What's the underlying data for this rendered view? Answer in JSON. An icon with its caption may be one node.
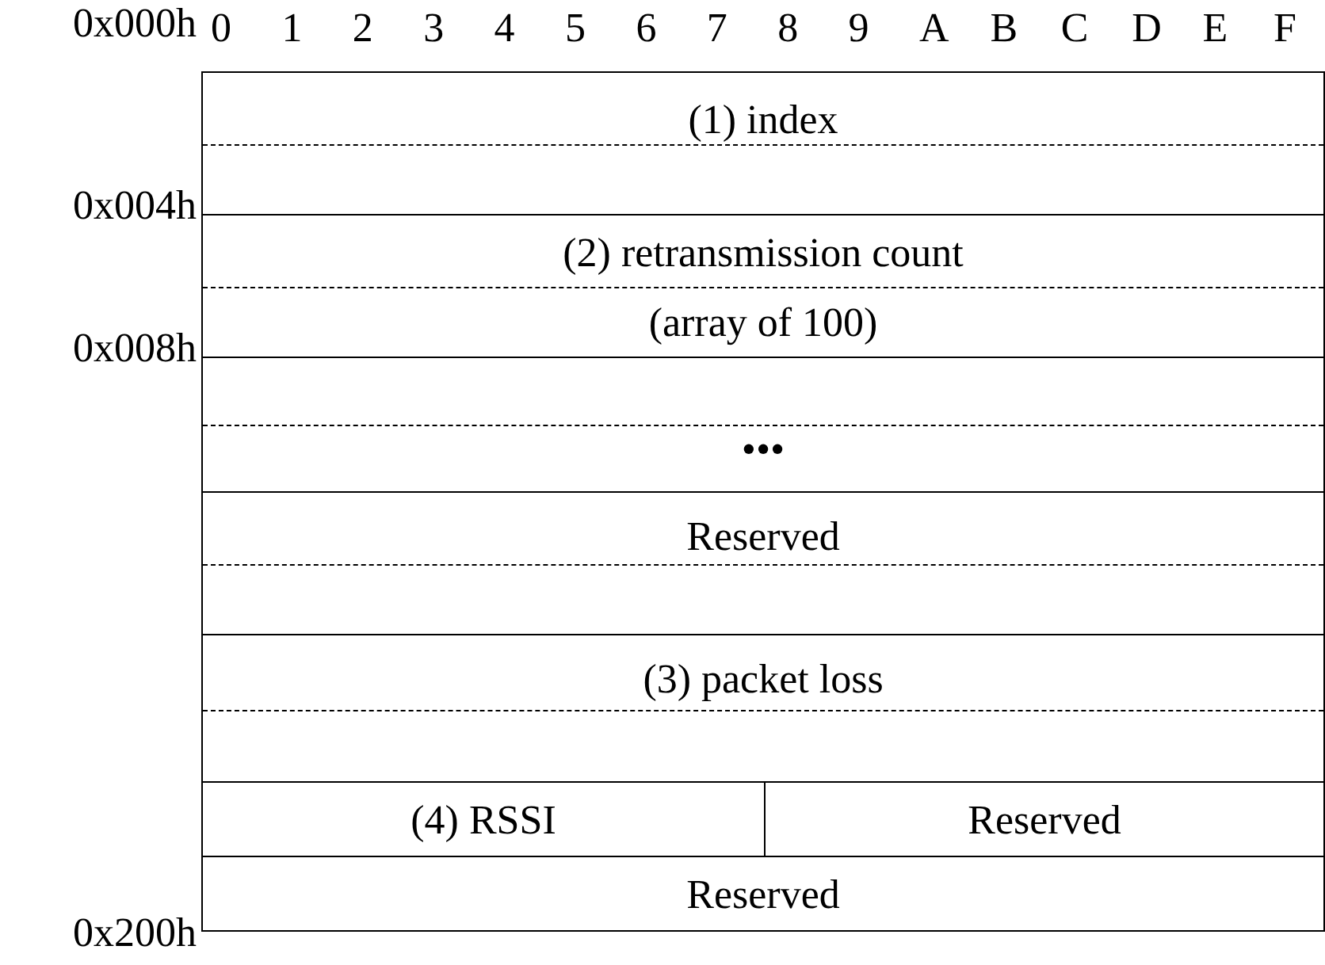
{
  "diagram": {
    "nodes": [
      {
        "text": [
          "(1) index"
        ]
      },
      {
        "text": [
          "(2) retransmission count (array of 100)"
        ]
      },
      {
        "text": [
          "•••"
        ]
      },
      {
        "text": [
          "Reserved"
        ]
      },
      {
        "text": [
          "(3) packet loss"
        ]
      },
      {
        "text": [
          "(4) RSSI"
        ]
      },
      {
        "text": [
          "Reserved"
        ]
      },
      {
        "text": [
          "Reserved"
        ]
      }
    ],
    "labels": [
      "0x000h",
      "0",
      "1",
      "2",
      "3",
      "4",
      "5",
      "6",
      "7",
      "8",
      "9",
      "A",
      "B",
      "C",
      "D",
      "E",
      "F",
      "0x004h",
      "0x008h",
      "0x200h"
    ]
  }
}
